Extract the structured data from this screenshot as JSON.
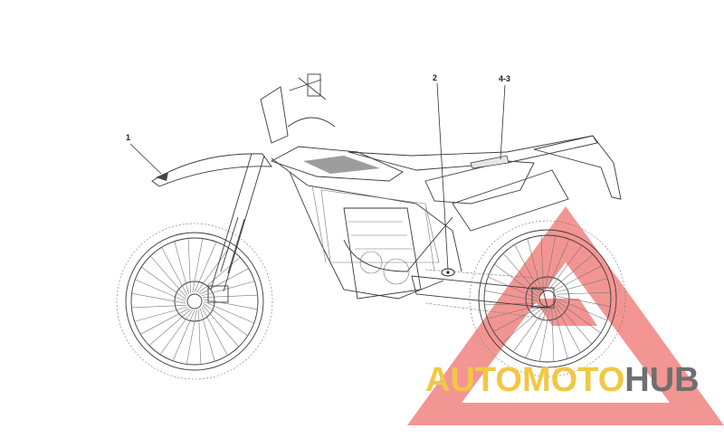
{
  "callouts": [
    {
      "id": "1",
      "label": "1"
    },
    {
      "id": "2",
      "label": "2"
    },
    {
      "id": "4-3",
      "label": "4-3"
    }
  ],
  "watermark": {
    "brand_part_1": "AUTOMOTO",
    "brand_part_2": "HUB",
    "colors": {
      "triangle": "#e8403a",
      "auto": "#f2c744",
      "hub": "#6f6f6f"
    }
  }
}
